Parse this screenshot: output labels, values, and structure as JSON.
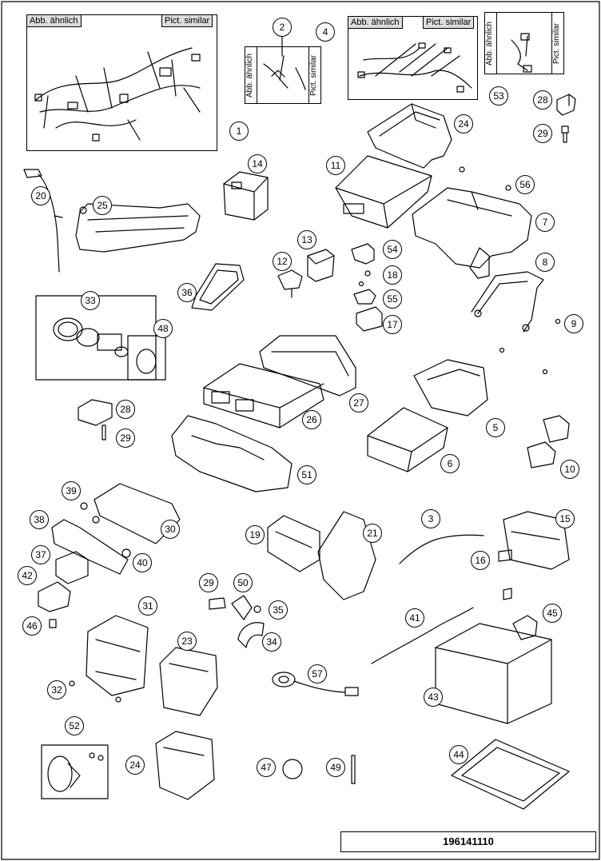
{
  "frame_labels": {
    "abb_aehnlich": "Abb. ähnlich",
    "pict_similar": "Pict. similar"
  },
  "callouts": [
    "1",
    "2",
    "3",
    "4",
    "5",
    "6",
    "7",
    "8",
    "9",
    "10",
    "11",
    "12",
    "13",
    "14",
    "15",
    "16",
    "17",
    "18",
    "19",
    "20",
    "21",
    "23",
    "24",
    "24",
    "25",
    "26",
    "27",
    "28",
    "28",
    "29",
    "29",
    "29",
    "30",
    "31",
    "32",
    "33",
    "34",
    "35",
    "36",
    "37",
    "38",
    "39",
    "40",
    "41",
    "42",
    "43",
    "44",
    "45",
    "46",
    "47",
    "48",
    "49",
    "50",
    "51",
    "52",
    "53",
    "54",
    "55",
    "56",
    "57"
  ],
  "drawing_number": "196141110"
}
